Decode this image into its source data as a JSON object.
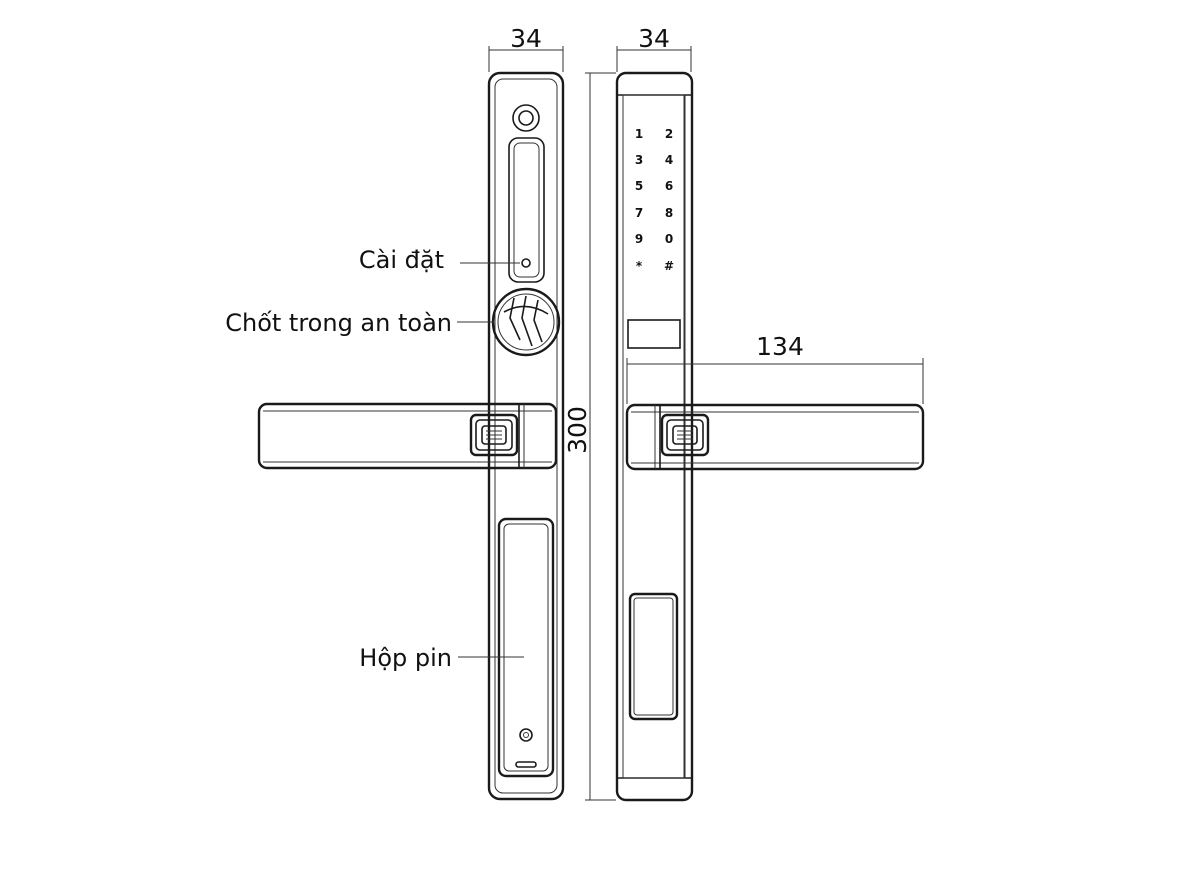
{
  "dimensions": {
    "width_left": "34",
    "width_right": "34",
    "height": "300",
    "handle_length": "134"
  },
  "callouts": {
    "setup": "Cài đặt",
    "safety_latch": "Chốt trong an toàn",
    "battery_box": "Hộp pin"
  },
  "keypad": {
    "keys": [
      "1",
      "2",
      "3",
      "4",
      "5",
      "6",
      "7",
      "8",
      "9",
      "0",
      "*",
      "#"
    ]
  }
}
